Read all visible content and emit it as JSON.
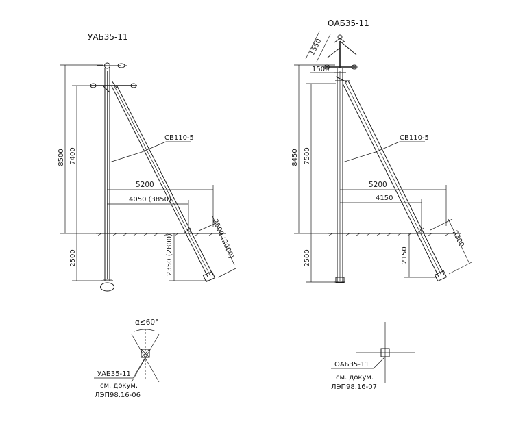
{
  "left": {
    "title": "УАБ35-11",
    "cable": "СВ110-5",
    "dim_total_height": "8500",
    "dim_wire_height": "7400",
    "dim_underground": "2500",
    "dim_span_top": "5200",
    "dim_span_bottom": "4050  (3850)",
    "dim_strut_depth": "2350  (2800)",
    "dim_strut_len": "2500  (3000)"
  },
  "right": {
    "title": "ОАБ35-11",
    "cable": "СВ110-5",
    "dim_total_height": "8450",
    "dim_wire_height": "7500",
    "dim_underground": "2500",
    "dim_span_top": "5200",
    "dim_span_bottom": "4150",
    "dim_strut_depth": "2150",
    "dim_strut_len": "2300",
    "dim_top_1550": "1550",
    "dim_top_1500": "1500"
  },
  "plan_left": {
    "angle": "α≤60°",
    "label": "УАБ35-11",
    "ref1": "см. докум.",
    "ref2": "ЛЭП98.16-06"
  },
  "plan_right": {
    "label": "ОАБ35-11",
    "ref1": "см. докум.",
    "ref2": "ЛЭП98.16-07"
  }
}
